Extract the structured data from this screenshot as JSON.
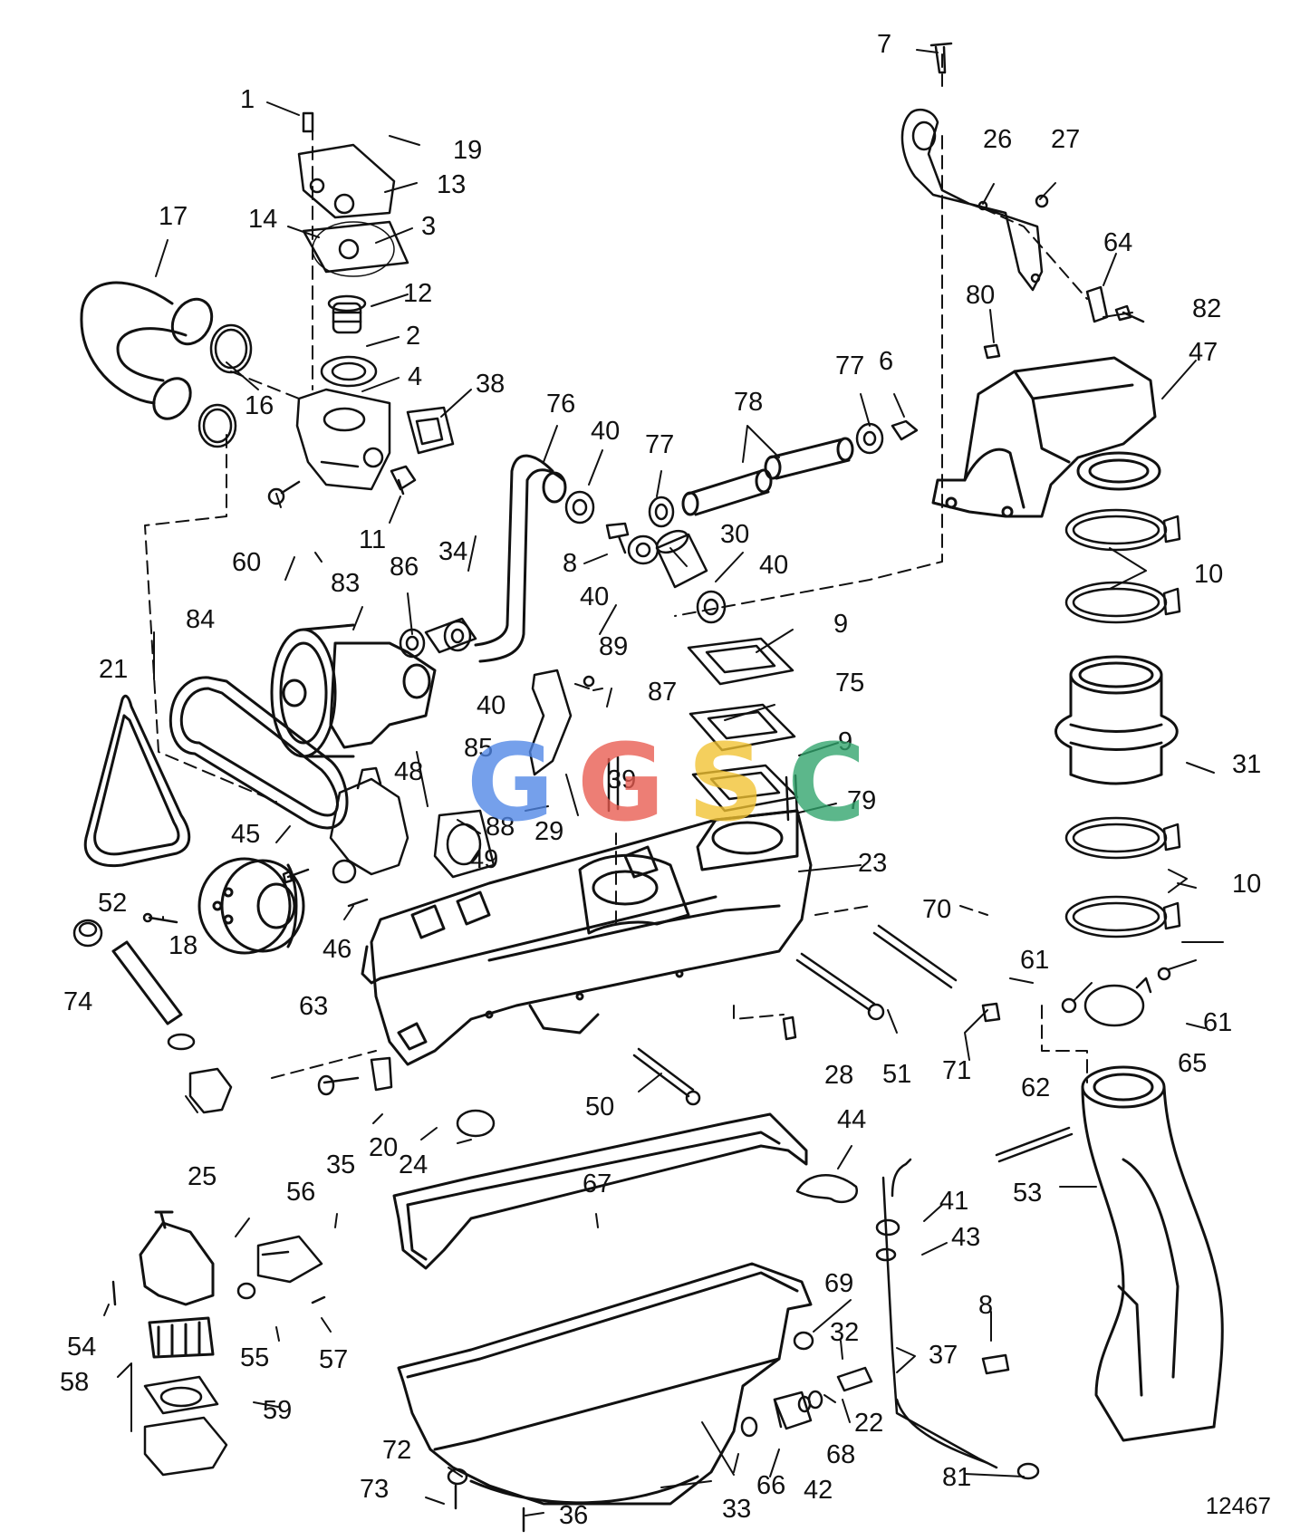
{
  "figure_id": "12467",
  "watermark": {
    "text": [
      "G",
      "G",
      "S",
      "C"
    ],
    "colors": [
      "#4f86e6",
      "#e85a4f",
      "#f2c230",
      "#2fa36b"
    ]
  },
  "part_labels": [
    {
      "id": "p1",
      "text": "1"
    },
    {
      "id": "p19",
      "text": "19"
    },
    {
      "id": "p13",
      "text": "13"
    },
    {
      "id": "p17",
      "text": "17"
    },
    {
      "id": "p14",
      "text": "14"
    },
    {
      "id": "p3",
      "text": "3"
    },
    {
      "id": "p12",
      "text": "12"
    },
    {
      "id": "p2",
      "text": "2"
    },
    {
      "id": "p4",
      "text": "4"
    },
    {
      "id": "p38",
      "text": "38"
    },
    {
      "id": "p16",
      "text": "16"
    },
    {
      "id": "p60",
      "text": "60"
    },
    {
      "id": "p11",
      "text": "11"
    },
    {
      "id": "p76",
      "text": "76"
    },
    {
      "id": "p40a",
      "text": "40"
    },
    {
      "id": "p77a",
      "text": "77"
    },
    {
      "id": "p78",
      "text": "78"
    },
    {
      "id": "p77b",
      "text": "77"
    },
    {
      "id": "p6",
      "text": "6"
    },
    {
      "id": "p7",
      "text": "7"
    },
    {
      "id": "p26",
      "text": "26"
    },
    {
      "id": "p27",
      "text": "27"
    },
    {
      "id": "p64",
      "text": "64"
    },
    {
      "id": "p80",
      "text": "80"
    },
    {
      "id": "p82",
      "text": "82"
    },
    {
      "id": "p47",
      "text": "47"
    },
    {
      "id": "p8a",
      "text": "8"
    },
    {
      "id": "p30",
      "text": "30"
    },
    {
      "id": "p40b",
      "text": "40"
    },
    {
      "id": "p40c",
      "text": "40"
    },
    {
      "id": "p10a",
      "text": "10"
    },
    {
      "id": "p86",
      "text": "86"
    },
    {
      "id": "p34",
      "text": "34"
    },
    {
      "id": "p83",
      "text": "83"
    },
    {
      "id": "p84",
      "text": "84"
    },
    {
      "id": "p21",
      "text": "21"
    },
    {
      "id": "p40d",
      "text": "40"
    },
    {
      "id": "p89",
      "text": "89"
    },
    {
      "id": "p9a",
      "text": "9"
    },
    {
      "id": "p75",
      "text": "75"
    },
    {
      "id": "p87",
      "text": "87"
    },
    {
      "id": "p85",
      "text": "85"
    },
    {
      "id": "p9b",
      "text": "9"
    },
    {
      "id": "p31",
      "text": "31"
    },
    {
      "id": "p48",
      "text": "48"
    },
    {
      "id": "p39",
      "text": "39"
    },
    {
      "id": "p88",
      "text": "88"
    },
    {
      "id": "p29",
      "text": "29"
    },
    {
      "id": "p79",
      "text": "79"
    },
    {
      "id": "p49",
      "text": "49"
    },
    {
      "id": "p45",
      "text": "45"
    },
    {
      "id": "p23",
      "text": "23"
    },
    {
      "id": "p10b",
      "text": "10"
    },
    {
      "id": "p52",
      "text": "52"
    },
    {
      "id": "p18",
      "text": "18"
    },
    {
      "id": "p46",
      "text": "46"
    },
    {
      "id": "p70",
      "text": "70"
    },
    {
      "id": "p74",
      "text": "74"
    },
    {
      "id": "p63",
      "text": "63"
    },
    {
      "id": "p61a",
      "text": "61"
    },
    {
      "id": "p61b",
      "text": "61"
    },
    {
      "id": "p28",
      "text": "28"
    },
    {
      "id": "p51",
      "text": "51"
    },
    {
      "id": "p71",
      "text": "71"
    },
    {
      "id": "p65",
      "text": "65"
    },
    {
      "id": "p62",
      "text": "62"
    },
    {
      "id": "p50",
      "text": "50"
    },
    {
      "id": "p20",
      "text": "20"
    },
    {
      "id": "p25",
      "text": "25"
    },
    {
      "id": "p35",
      "text": "35"
    },
    {
      "id": "p24",
      "text": "24"
    },
    {
      "id": "p44",
      "text": "44"
    },
    {
      "id": "p53",
      "text": "53"
    },
    {
      "id": "p67",
      "text": "67"
    },
    {
      "id": "p41",
      "text": "41"
    },
    {
      "id": "p56",
      "text": "56"
    },
    {
      "id": "p43",
      "text": "43"
    },
    {
      "id": "p69",
      "text": "69"
    },
    {
      "id": "p8b",
      "text": "8"
    },
    {
      "id": "p32",
      "text": "32"
    },
    {
      "id": "p54",
      "text": "54"
    },
    {
      "id": "p55",
      "text": "55"
    },
    {
      "id": "p57",
      "text": "57"
    },
    {
      "id": "p37",
      "text": "37"
    },
    {
      "id": "p58",
      "text": "58"
    },
    {
      "id": "p59",
      "text": "59"
    },
    {
      "id": "p22",
      "text": "22"
    },
    {
      "id": "p68",
      "text": "68"
    },
    {
      "id": "p72",
      "text": "72"
    },
    {
      "id": "p81",
      "text": "81"
    },
    {
      "id": "p66",
      "text": "66"
    },
    {
      "id": "p42",
      "text": "42"
    },
    {
      "id": "p73",
      "text": "73"
    },
    {
      "id": "p33",
      "text": "33"
    },
    {
      "id": "p36",
      "text": "36"
    }
  ]
}
